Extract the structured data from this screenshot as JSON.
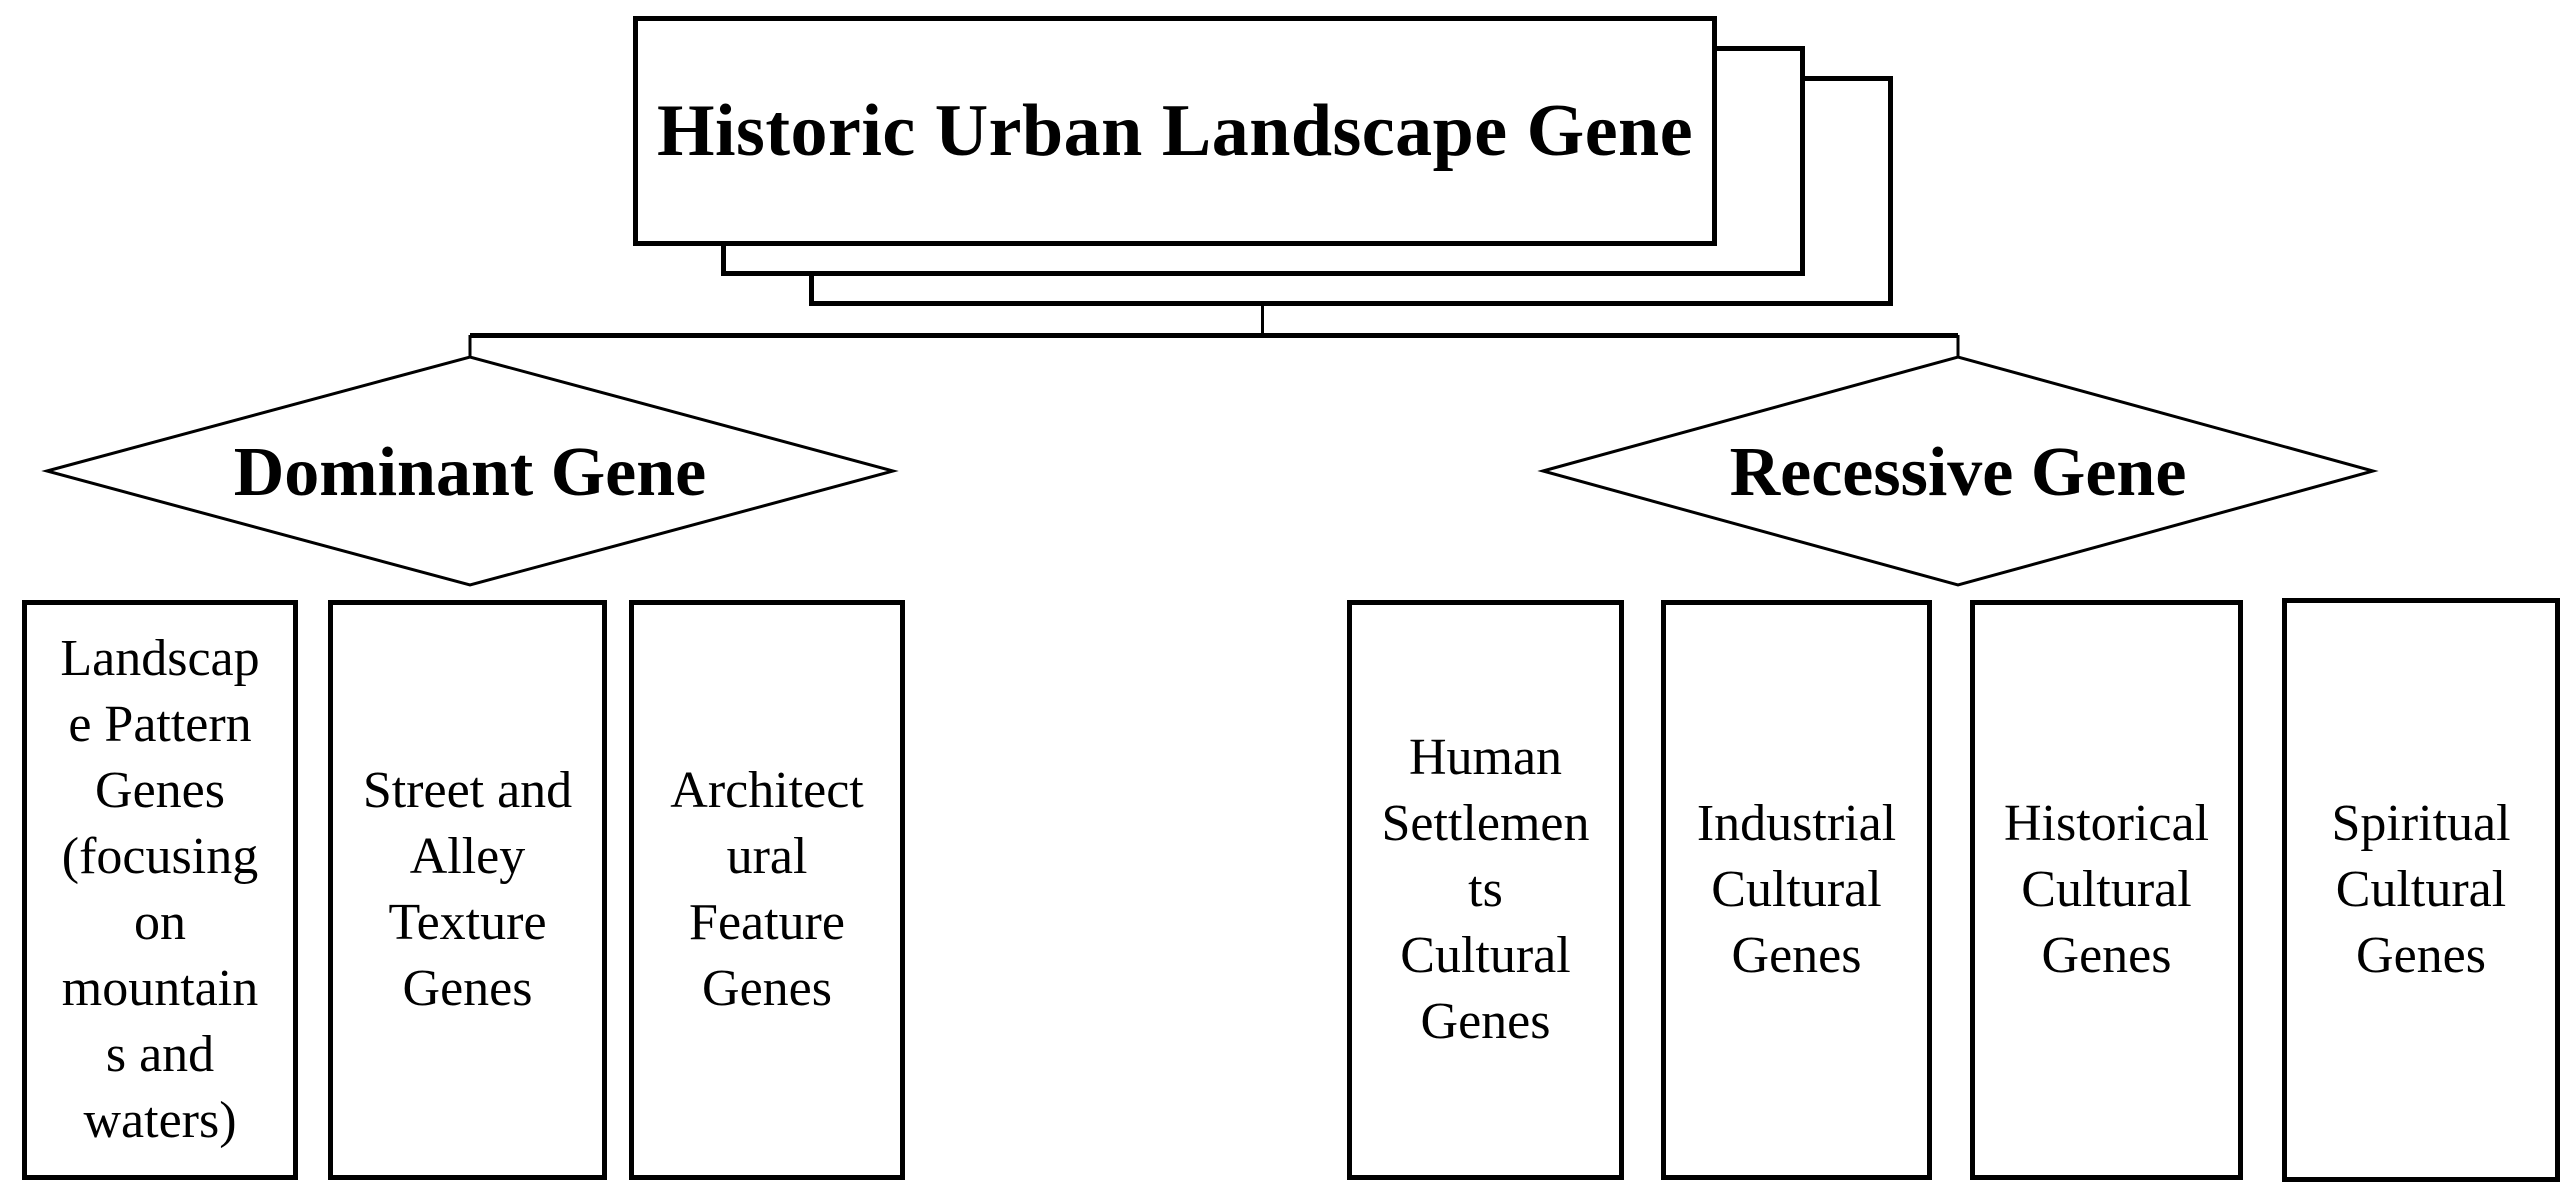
{
  "figure": {
    "root_label": "Historic Urban Landscape Gene",
    "dominant_label": "Dominant Gene",
    "recessive_label": "Recessive Gene"
  },
  "dominant_boxes": [
    {
      "name": "landscape-pattern-genes",
      "lines": [
        "Landscap",
        "e Pattern",
        "Genes",
        "(focusing",
        "on",
        "mountain",
        "s and",
        "waters)"
      ]
    },
    {
      "name": "street-alley-texture-genes",
      "lines": [
        "Street and",
        "Alley",
        "Texture",
        "Genes"
      ]
    },
    {
      "name": "architectural-feature-genes",
      "lines": [
        "Architect",
        "ural",
        "Feature",
        "Genes"
      ]
    }
  ],
  "recessive_boxes": [
    {
      "name": "human-settlements-cultural-genes",
      "lines": [
        "Human",
        "Settlemen",
        "ts",
        "Cultural",
        "Genes"
      ]
    },
    {
      "name": "industrial-cultural-genes",
      "lines": [
        "Industrial",
        "Cultural",
        "Genes"
      ]
    },
    {
      "name": "historical-cultural-genes",
      "lines": [
        "Historical",
        "Cultural",
        "Genes"
      ]
    },
    {
      "name": "spiritual-cultural-genes",
      "lines": [
        "Spiritual",
        "Cultural",
        "Genes"
      ]
    }
  ],
  "colors": {
    "ink": "#000000",
    "paper": "#ffffff"
  }
}
